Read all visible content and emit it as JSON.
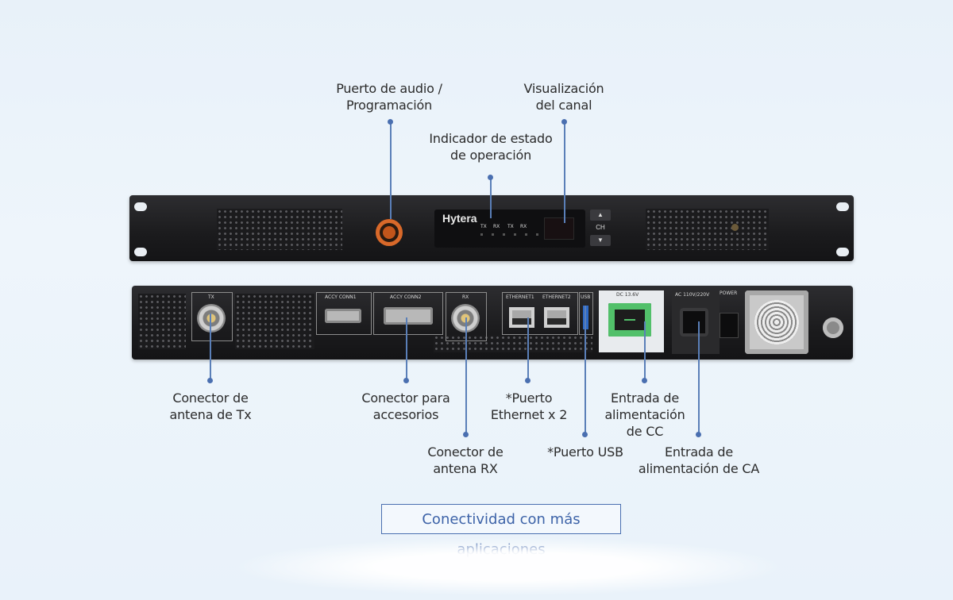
{
  "front_panel": {
    "brand": "Hytera",
    "led_labels": [
      "TX",
      "RX",
      "TX",
      "RX"
    ],
    "channel_button_label": "CH"
  },
  "rear_panel": {
    "tx_label": "TX",
    "rx_label": "RX",
    "accy1_label": "ACCY CONN1",
    "accy2_label": "ACCY CONN2",
    "eth1_label": "ETHERNET1",
    "eth2_label": "ETHERNET2",
    "usb_label": "USB",
    "dc_label": "DC 13.6V",
    "ac_label": "AC 110V/220V",
    "power_label": "POWER"
  },
  "callouts": {
    "audio_port": "Puerto de audio /\nProgramación",
    "channel_display": "Visualización\ndel canal",
    "status_indicator": "Indicador de estado\nde operación",
    "tx_antenna": "Conector de\nantena de Tx",
    "accessory_connector": "Conector para\naccesorios",
    "ethernet_port": "*Puerto\nEthernet x 2",
    "dc_input": "Entrada de\nalimentación\nde CC",
    "rx_antenna": "Conector de\nantena RX",
    "usb_port": "*Puerto USB",
    "ac_input": "Entrada de\nalimentación de CA"
  },
  "tab_button_label": "Conectividad con más aplicaciones",
  "colors": {
    "accent": "#4a6fb0",
    "background": "#e8f1f9",
    "device": "#1f1f21"
  }
}
